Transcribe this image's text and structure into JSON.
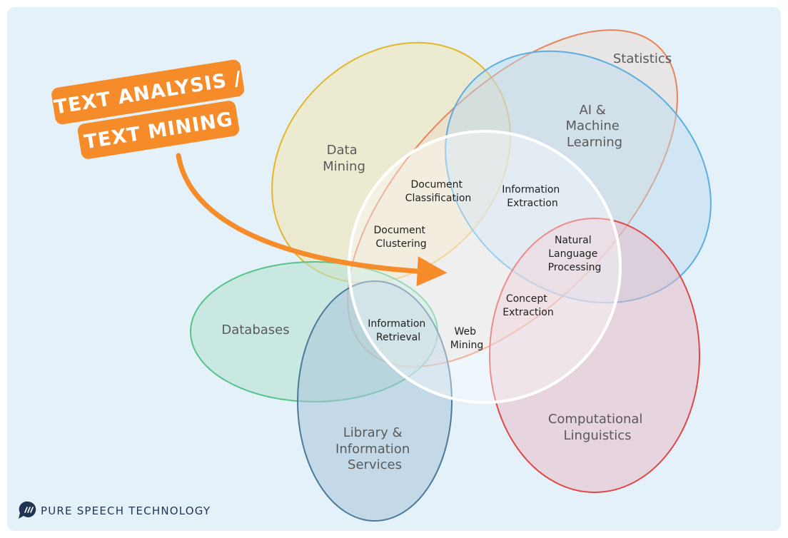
{
  "banner": {
    "line1": "TEXT ANALYSIS /",
    "line2": "TEXT MINING",
    "color": "#f68b2a"
  },
  "brand": {
    "name": "PURE SPEECH TECHNOLOGY",
    "icon": "speech-bubble-icon",
    "color": "#1f3552"
  },
  "fields": {
    "statistics": "Statistics",
    "ai": [
      "AI &",
      "Machine",
      "Learning"
    ],
    "data_mining": [
      "Data",
      "Mining"
    ],
    "databases": "Databases",
    "library": [
      "Library &",
      "Information",
      "Services"
    ],
    "computational_linguistics": [
      "Computational",
      "Linguistics"
    ]
  },
  "subfields": {
    "document_classification": [
      "Document",
      "Classification"
    ],
    "information_extraction": [
      "Information",
      "Extraction"
    ],
    "document_clustering": [
      "Document",
      "Clustering"
    ],
    "nlp": [
      "Natural",
      "Language",
      "Processing"
    ],
    "concept_extraction": [
      "Concept",
      "Extraction"
    ],
    "information_retrieval": [
      "Information",
      "Retrieval"
    ],
    "web_mining": [
      "Web",
      "Mining"
    ]
  },
  "colors": {
    "data_mining": "#e3b62a",
    "ai": "#5aaee0",
    "statistics": "#e9845a",
    "databases": "#55c48a",
    "library": "#4a7a9c",
    "linguistics": "#e04848",
    "text_mining": "#ffffff"
  }
}
